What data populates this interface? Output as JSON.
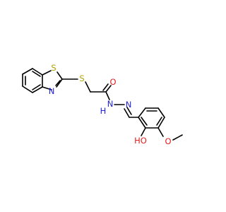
{
  "colors": {
    "bond": "#000000",
    "sulfur": "#b3a300",
    "nitrogen": "#1f1fdf",
    "oxygen": "#e02020",
    "background": "#ffffff"
  },
  "atoms": {
    "s_ring": "S",
    "n_ring": "N",
    "s_thioether": "S",
    "o_carbonyl": "O",
    "nh": "N",
    "h_amide": "H",
    "n_imine": "N",
    "oh_label": "HO",
    "o_methoxy": "O"
  }
}
